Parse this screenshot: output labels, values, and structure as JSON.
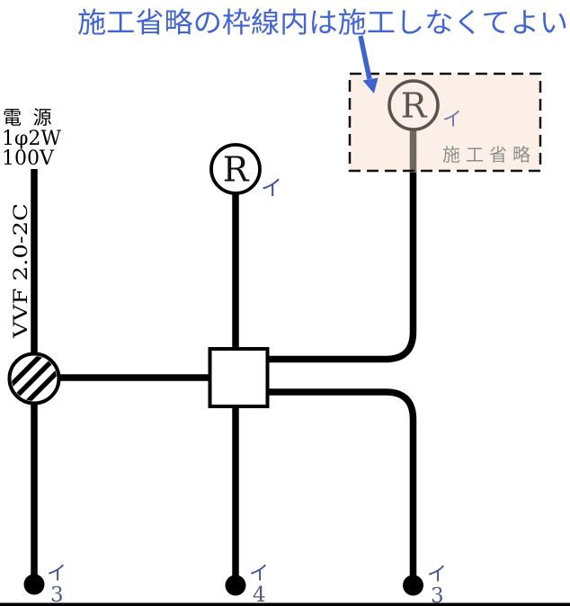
{
  "annotation": {
    "text": "施工省略の枠線内は施工しなくてよい"
  },
  "power_source": {
    "line1": "電 源",
    "line2": "1φ2W",
    "line3": "100V"
  },
  "cable": {
    "label": "VVF 2.0-2C"
  },
  "omission": {
    "label": "施工省略",
    "lamp_letter": "R",
    "lamp_tag": "イ"
  },
  "center_lamp": {
    "letter": "R",
    "tag": "イ"
  },
  "terminals": {
    "left": {
      "tag": "イ",
      "count": "3"
    },
    "middle": {
      "tag": "イ",
      "count": "4"
    },
    "right": {
      "tag": "イ",
      "count": "3"
    }
  },
  "colors": {
    "annotation_blue": "#4365d2",
    "arrow_blue": "#3c63d2",
    "box_fill": "#fcefe7",
    "omission_gray": "#8e8e8e",
    "tag_blue": "#43509a",
    "number_blue": "#4f5a84",
    "dim_stroke": "#5a534d",
    "dim_wire": "#6f6862",
    "line_black": "#000000"
  }
}
